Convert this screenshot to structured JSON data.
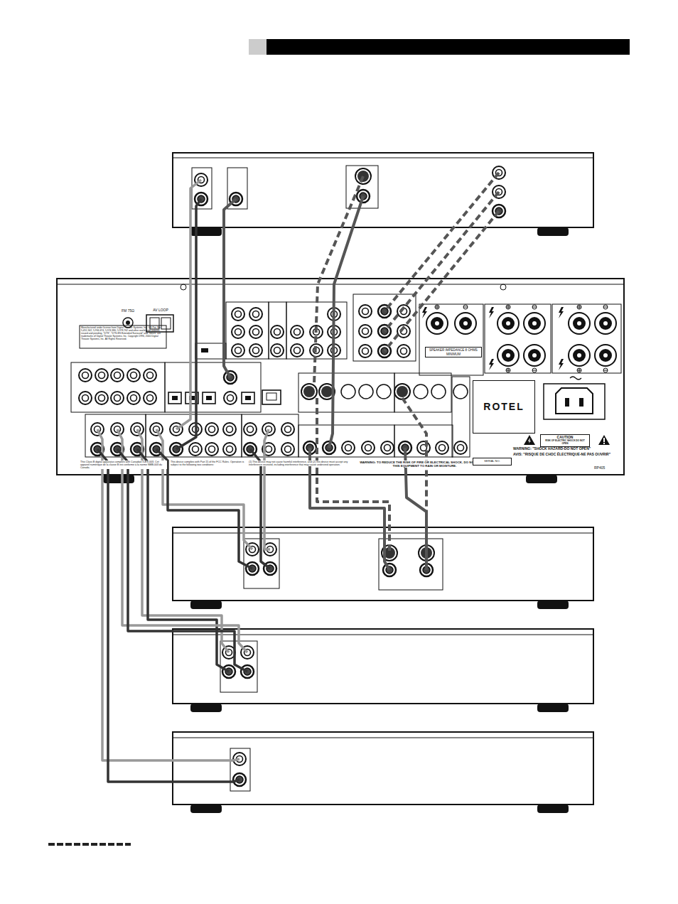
{
  "diagram": {
    "nodes": [
      {
        "text": [
          "ROTEL"
        ]
      },
      {
        "text": [
          "SPEAKER IMPEDANCE 8 OHMS MINIMUM"
        ]
      },
      {
        "text": [
          "CAUTION",
          "RISK OF ELECTRIC SHOCK DO NOT OPEN"
        ]
      },
      {
        "text": [
          "SERIAL NO."
        ]
      }
    ],
    "labels": [
      "FM 75Ω",
      "AV LOOP",
      "Manufactured under license from Digital Theater Systems, Inc. US Pat. No. 5,451,942, 5,956,674, 5,974,380, 5,978,762 and other world-wide patents issued and pending. \"DTS\", \"DTS-ES Extended Surround\" and \"Neo:6\" are trademarks of Digital Theater Systems, Inc. Copyright 1996, 2000 Digital Theater Systems, Inc. All Rights Reserved.",
      "This Class B digital apparatus complies with Canadian ICES-003. Cet appareil numérique de la classe B est conforme à la norme NMB-003 du Canada.",
      "This device complies with Part 15 of the FCC Rules. Operation is subject to the following two conditions:",
      "(1) This device may not cause harmful interference, and (2) this device must accept any interference received, including interference that may cause undesired operation.",
      "WARNING: TO REDUCE THE RISK OF FIRE OR ELECTRICAL SHOCK, DO NOT EXPOSE THIS EQUIPMENT TO RAIN OR MOISTURE.",
      "WARNING: \"SHOCK HAZARD-DO NOT OPEN\"",
      "AVIS: \"RISQUE DE CHOC ÉLECTRIQUE-NE PAS OUVRIR\"",
      "RP405"
    ]
  }
}
